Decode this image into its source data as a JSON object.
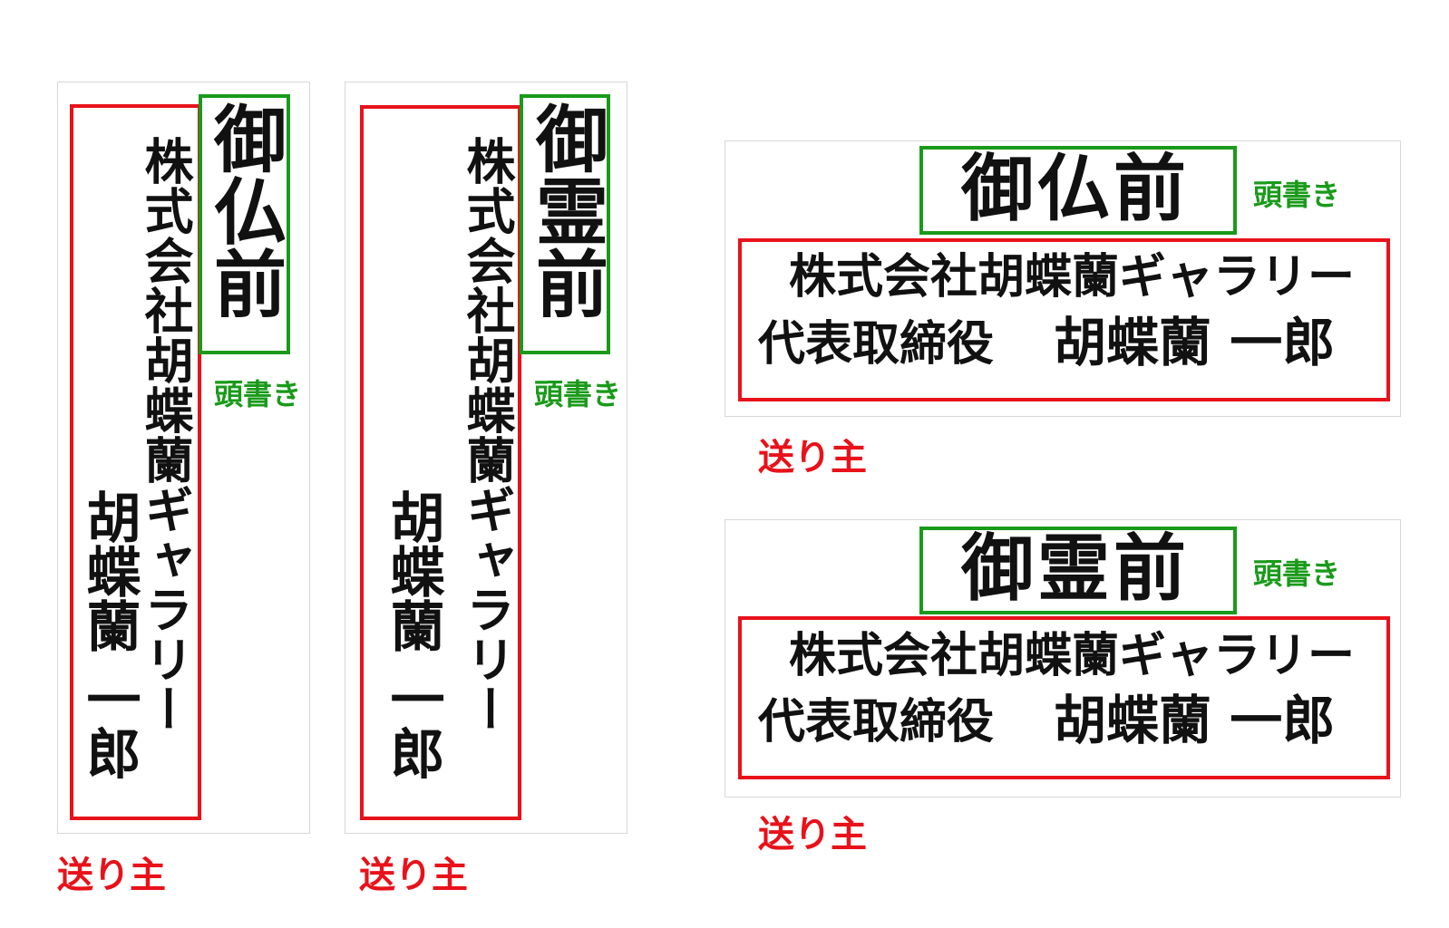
{
  "tags": [
    {
      "orientation": "vertical",
      "heading": "御仏前",
      "company": "株式会社胡蝶蘭ギャラリー",
      "name": "胡蝶蘭 一郎",
      "heading_label": "頭書き",
      "sender_label": "送り主"
    },
    {
      "orientation": "vertical",
      "heading": "御霊前",
      "company": "株式会社胡蝶蘭ギャラリー",
      "name": "胡蝶蘭 一郎",
      "heading_label": "頭書き",
      "sender_label": "送り主"
    },
    {
      "orientation": "horizontal",
      "heading": "御仏前",
      "company": "株式会社胡蝶蘭ギャラリー",
      "title": "代表取締役",
      "name": "胡蝶蘭 一郎",
      "heading_label": "頭書き",
      "sender_label": "送り主"
    },
    {
      "orientation": "horizontal",
      "heading": "御霊前",
      "company": "株式会社胡蝶蘭ギャラリー",
      "title": "代表取締役",
      "name": "胡蝶蘭 一郎",
      "heading_label": "頭書き",
      "sender_label": "送り主"
    }
  ],
  "colors": {
    "heading_box": "#1a9a1a",
    "sender_box": "#e8121a"
  }
}
